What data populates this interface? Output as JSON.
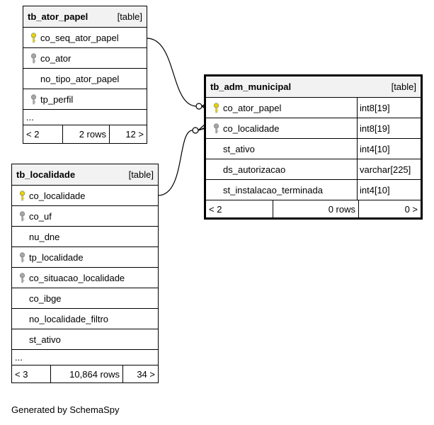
{
  "tables": {
    "ator_papel": {
      "name": "tb_ator_papel",
      "tag": "[table]",
      "columns": [
        {
          "name": "co_seq_ator_papel",
          "key": "pk"
        },
        {
          "name": "co_ator",
          "key": "fk"
        },
        {
          "name": "no_tipo_ator_papel",
          "key": ""
        },
        {
          "name": "tp_perfil",
          "key": "fk"
        }
      ],
      "ellipsis": "...",
      "footer": {
        "left": "< 2",
        "mid": "2 rows",
        "right": "12 >"
      }
    },
    "localidade": {
      "name": "tb_localidade",
      "tag": "[table]",
      "columns": [
        {
          "name": "co_localidade",
          "key": "pk"
        },
        {
          "name": "co_uf",
          "key": "fk"
        },
        {
          "name": "nu_dne",
          "key": ""
        },
        {
          "name": "tp_localidade",
          "key": "fk"
        },
        {
          "name": "co_situacao_localidade",
          "key": "fk"
        },
        {
          "name": "co_ibge",
          "key": ""
        },
        {
          "name": "no_localidade_filtro",
          "key": ""
        },
        {
          "name": "st_ativo",
          "key": ""
        }
      ],
      "ellipsis": "...",
      "footer": {
        "left": "< 3",
        "mid": "10,864 rows",
        "right": "34 >"
      }
    },
    "adm_municipal": {
      "name": "tb_adm_municipal",
      "tag": "[table]",
      "columns": [
        {
          "name": "co_ator_papel",
          "key": "pk",
          "type": "int8[19]"
        },
        {
          "name": "co_localidade",
          "key": "fk",
          "type": "int8[19]"
        },
        {
          "name": "st_ativo",
          "key": "",
          "type": "int4[10]"
        },
        {
          "name": "ds_autorizacao",
          "key": "",
          "type": "varchar[225]"
        },
        {
          "name": "st_instalacao_terminada",
          "key": "",
          "type": "int4[10]"
        }
      ],
      "footer": {
        "left": "< 2",
        "mid": "0 rows",
        "right": "0 >"
      }
    }
  },
  "colors": {
    "pk_key": "#e6d400",
    "fk_key": "#a6a6a6",
    "header_bg": "#f2f2f2"
  },
  "icons": {
    "primary_key": "key-icon",
    "foreign_key": "key-icon"
  },
  "footer_note": "Generated by SchemaSpy"
}
